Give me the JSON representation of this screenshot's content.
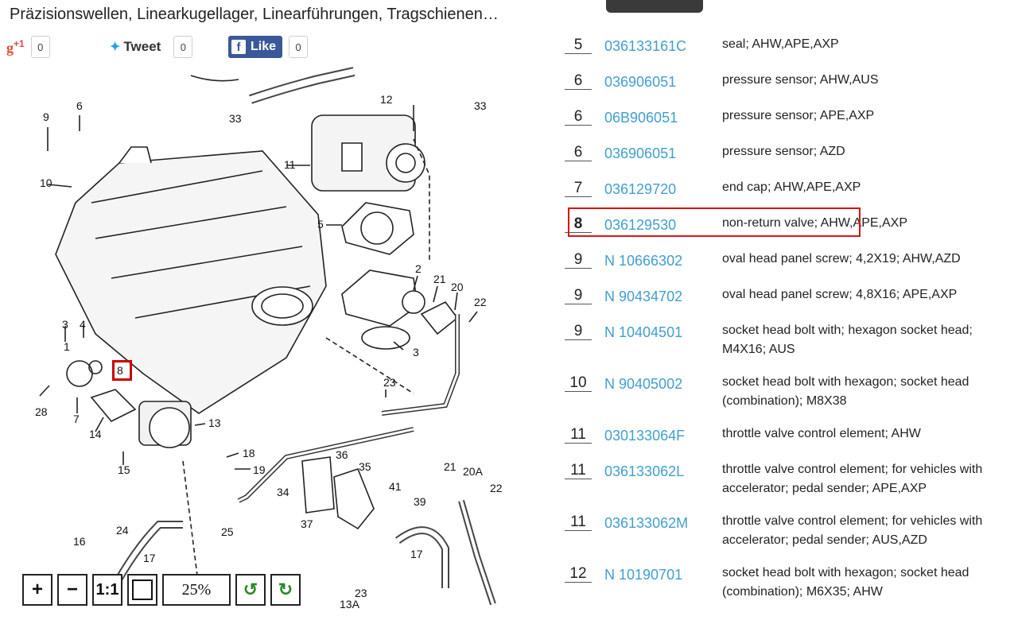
{
  "page_title": "Präzisionswellen, Linearkugellager, Linearführungen, Tragschienen…",
  "social": {
    "gplus_label": "g+1",
    "gplus_count": "0",
    "tweet_label": "Tweet",
    "tweet_count": "0",
    "like_label": "Like",
    "like_count": "0"
  },
  "toolbar": {
    "zoom_in": "+",
    "zoom_out": "−",
    "one_to_one": "1:1",
    "zoom_level": "25%"
  },
  "diagram": {
    "labels": [
      "6",
      "9",
      "12",
      "33",
      "33",
      "11",
      "10",
      "5",
      "2",
      "21",
      "20",
      "22",
      "3",
      "4",
      "1",
      "3",
      "8",
      "28",
      "7",
      "14",
      "13",
      "23",
      "18",
      "19",
      "15",
      "36",
      "35",
      "34",
      "41",
      "21",
      "20A",
      "22",
      "39",
      "37",
      "24",
      "25",
      "16",
      "17",
      "17",
      "23",
      "13A"
    ]
  },
  "parts": [
    {
      "no": "5",
      "pn": "036133161C",
      "desc": "seal; AHW,APE,AXP"
    },
    {
      "no": "6",
      "pn": "036906051",
      "desc": "pressure sensor; AHW,AUS"
    },
    {
      "no": "6",
      "pn": "06B906051",
      "desc": "pressure sensor; APE,AXP"
    },
    {
      "no": "6",
      "pn": "036906051",
      "desc": "pressure sensor; AZD"
    },
    {
      "no": "7",
      "pn": "036129720",
      "desc": "end cap; AHW,APE,AXP"
    },
    {
      "no": "8",
      "pn": "036129530",
      "desc": "non-return valve; AHW,APE,AXP"
    },
    {
      "no": "9",
      "pn": "N 10666302",
      "desc": "oval head panel screw; 4,2X19; AHW,AZD"
    },
    {
      "no": "9",
      "pn": "N 90434702",
      "desc": "oval head panel screw; 4,8X16; APE,AXP"
    },
    {
      "no": "9",
      "pn": "N 10404501",
      "desc": "socket head bolt with; hexagon socket head; M4X16; AUS"
    },
    {
      "no": "10",
      "pn": "N 90405002",
      "desc": "socket head bolt with hexagon; socket head (combination); M8X38"
    },
    {
      "no": "11",
      "pn": "030133064F",
      "desc": "throttle valve control element; AHW"
    },
    {
      "no": "11",
      "pn": "036133062L",
      "desc": "throttle valve control element; for vehicles with accelerator; pedal sender; APE,AXP"
    },
    {
      "no": "11",
      "pn": "036133062M",
      "desc": "throttle valve control element; for vehicles with accelerator; pedal sender; AUS,AZD"
    },
    {
      "no": "12",
      "pn": "N 10190701",
      "desc": "socket head bolt with hexagon; socket head (combination); M6X35; AHW"
    }
  ]
}
